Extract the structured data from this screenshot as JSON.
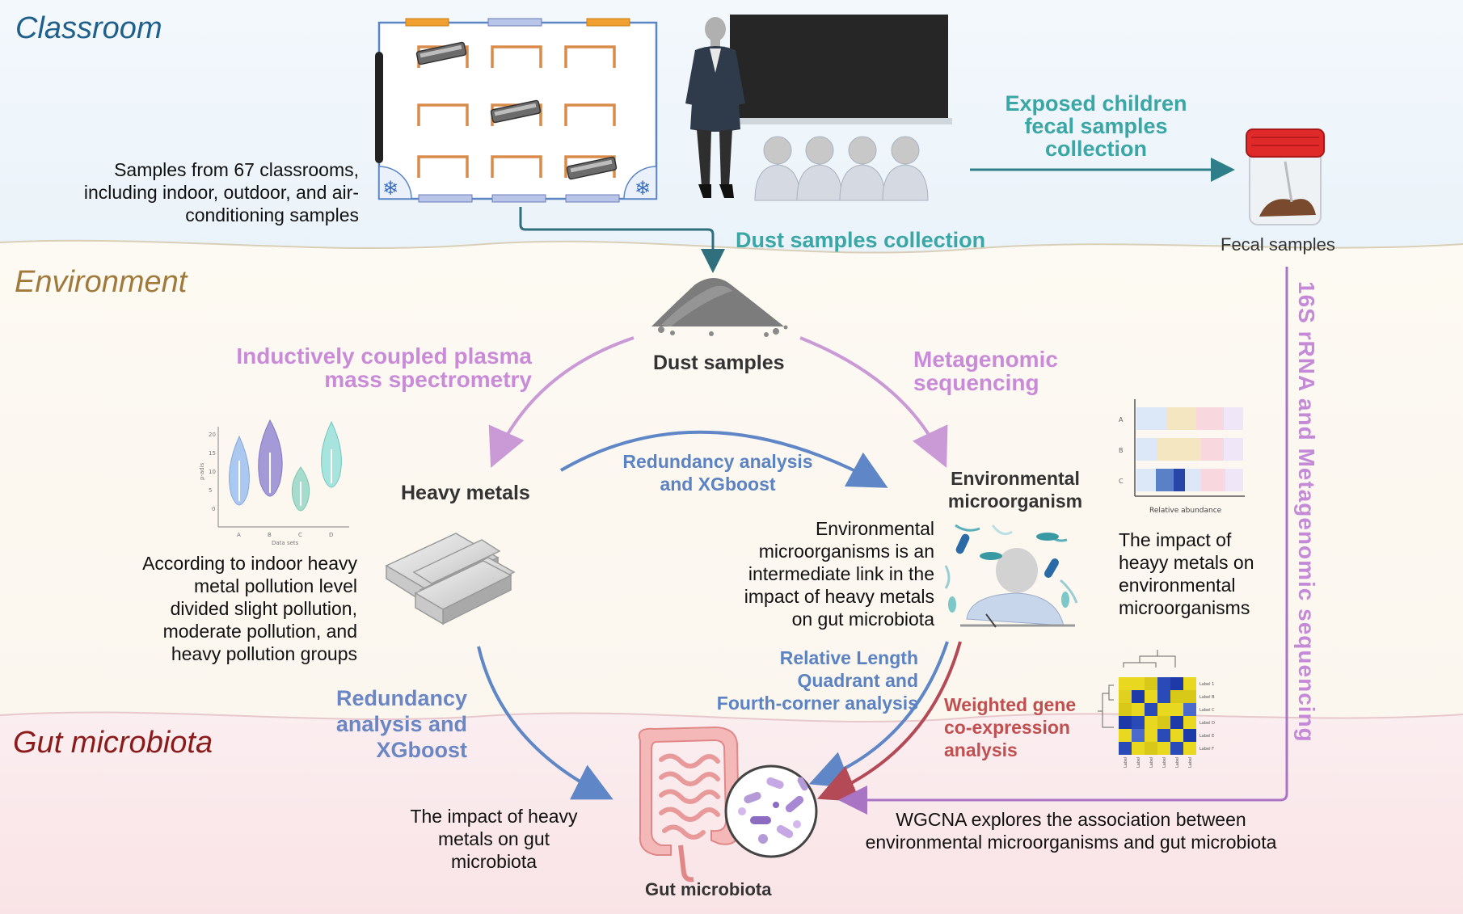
{
  "sections": {
    "classroom": "Classroom",
    "environment": "Environment",
    "gut": "Gut microbiota"
  },
  "labels": {
    "samples_caption": [
      "Samples from 67 classrooms,",
      "including indoor, outdoor, and air-",
      "conditioning samples"
    ],
    "exposed_children": [
      "Exposed children",
      "fecal samples",
      "collection"
    ],
    "fecal_samples": "Fecal samples",
    "dust_collection": "Dust samples collection",
    "dust_samples": "Dust samples",
    "icp": [
      "Inductively coupled plasma",
      "mass spectrometry"
    ],
    "metagenomic": [
      "Metagenomic",
      "sequencing"
    ],
    "sequencing_16s": "16S rRNA and Metagenomic sequencing",
    "heavy_metals": "Heavy metals",
    "rda_top": [
      "Redundancy analysis",
      "and XGboost"
    ],
    "env_micro": [
      "Environmental",
      "microorganism"
    ],
    "pollution_caption": [
      "According to indoor heavy",
      "metal pollution level",
      "divided slight pollution,",
      "moderate pollution, and",
      "heavy pollution groups"
    ],
    "intermediate_caption": [
      "Environmental",
      "microorganisms is an",
      "intermediate link in the",
      "impact of heavy metals",
      "on gut microbiota"
    ],
    "impact_env_caption": [
      "The impact of",
      "heayy metals on",
      "environmental",
      "microorganisms"
    ],
    "rlq": [
      "Relative Length",
      "Quadrant and",
      "Fourth-corner analysis"
    ],
    "rda_bottom": [
      "Redundancy",
      "analysis and",
      "XGboost"
    ],
    "wgcna_method": [
      "Weighted gene",
      "co-expression",
      "analysis"
    ],
    "impact_gut_caption": [
      "The impact of heavy",
      "metals on gut",
      "microbiota"
    ],
    "wgcna_caption": [
      "WGCNA explores the association between",
      "environmental microorganisms and gut microbiota"
    ],
    "gut_label": "Gut microbiota"
  },
  "mini_violin": {
    "ylabel": "p-adis",
    "xlabel": "Data sets",
    "yticks": [
      "20",
      "15",
      "10",
      "5",
      "0"
    ],
    "xticks": [
      "A",
      "B",
      "C",
      "D"
    ]
  },
  "mini_bar": {
    "rows": [
      "A",
      "B",
      "C"
    ],
    "xlabel": "Relative abundance"
  },
  "mini_heatmap": {
    "row_labels": [
      "Label 1",
      "Label B",
      "Label C",
      "Label D",
      "Label E",
      "Label F"
    ],
    "col_labels": [
      "Label",
      "Label",
      "Label",
      "Label",
      "Label",
      "Label"
    ]
  },
  "colors": {
    "classroom": "#1f5f8b",
    "environment": "#a07a3c",
    "gut": "#8b1a1a",
    "teal": "#3aa6a6",
    "purple": "#c08ad0",
    "blue": "#5b82c2",
    "red": "#c05050"
  }
}
